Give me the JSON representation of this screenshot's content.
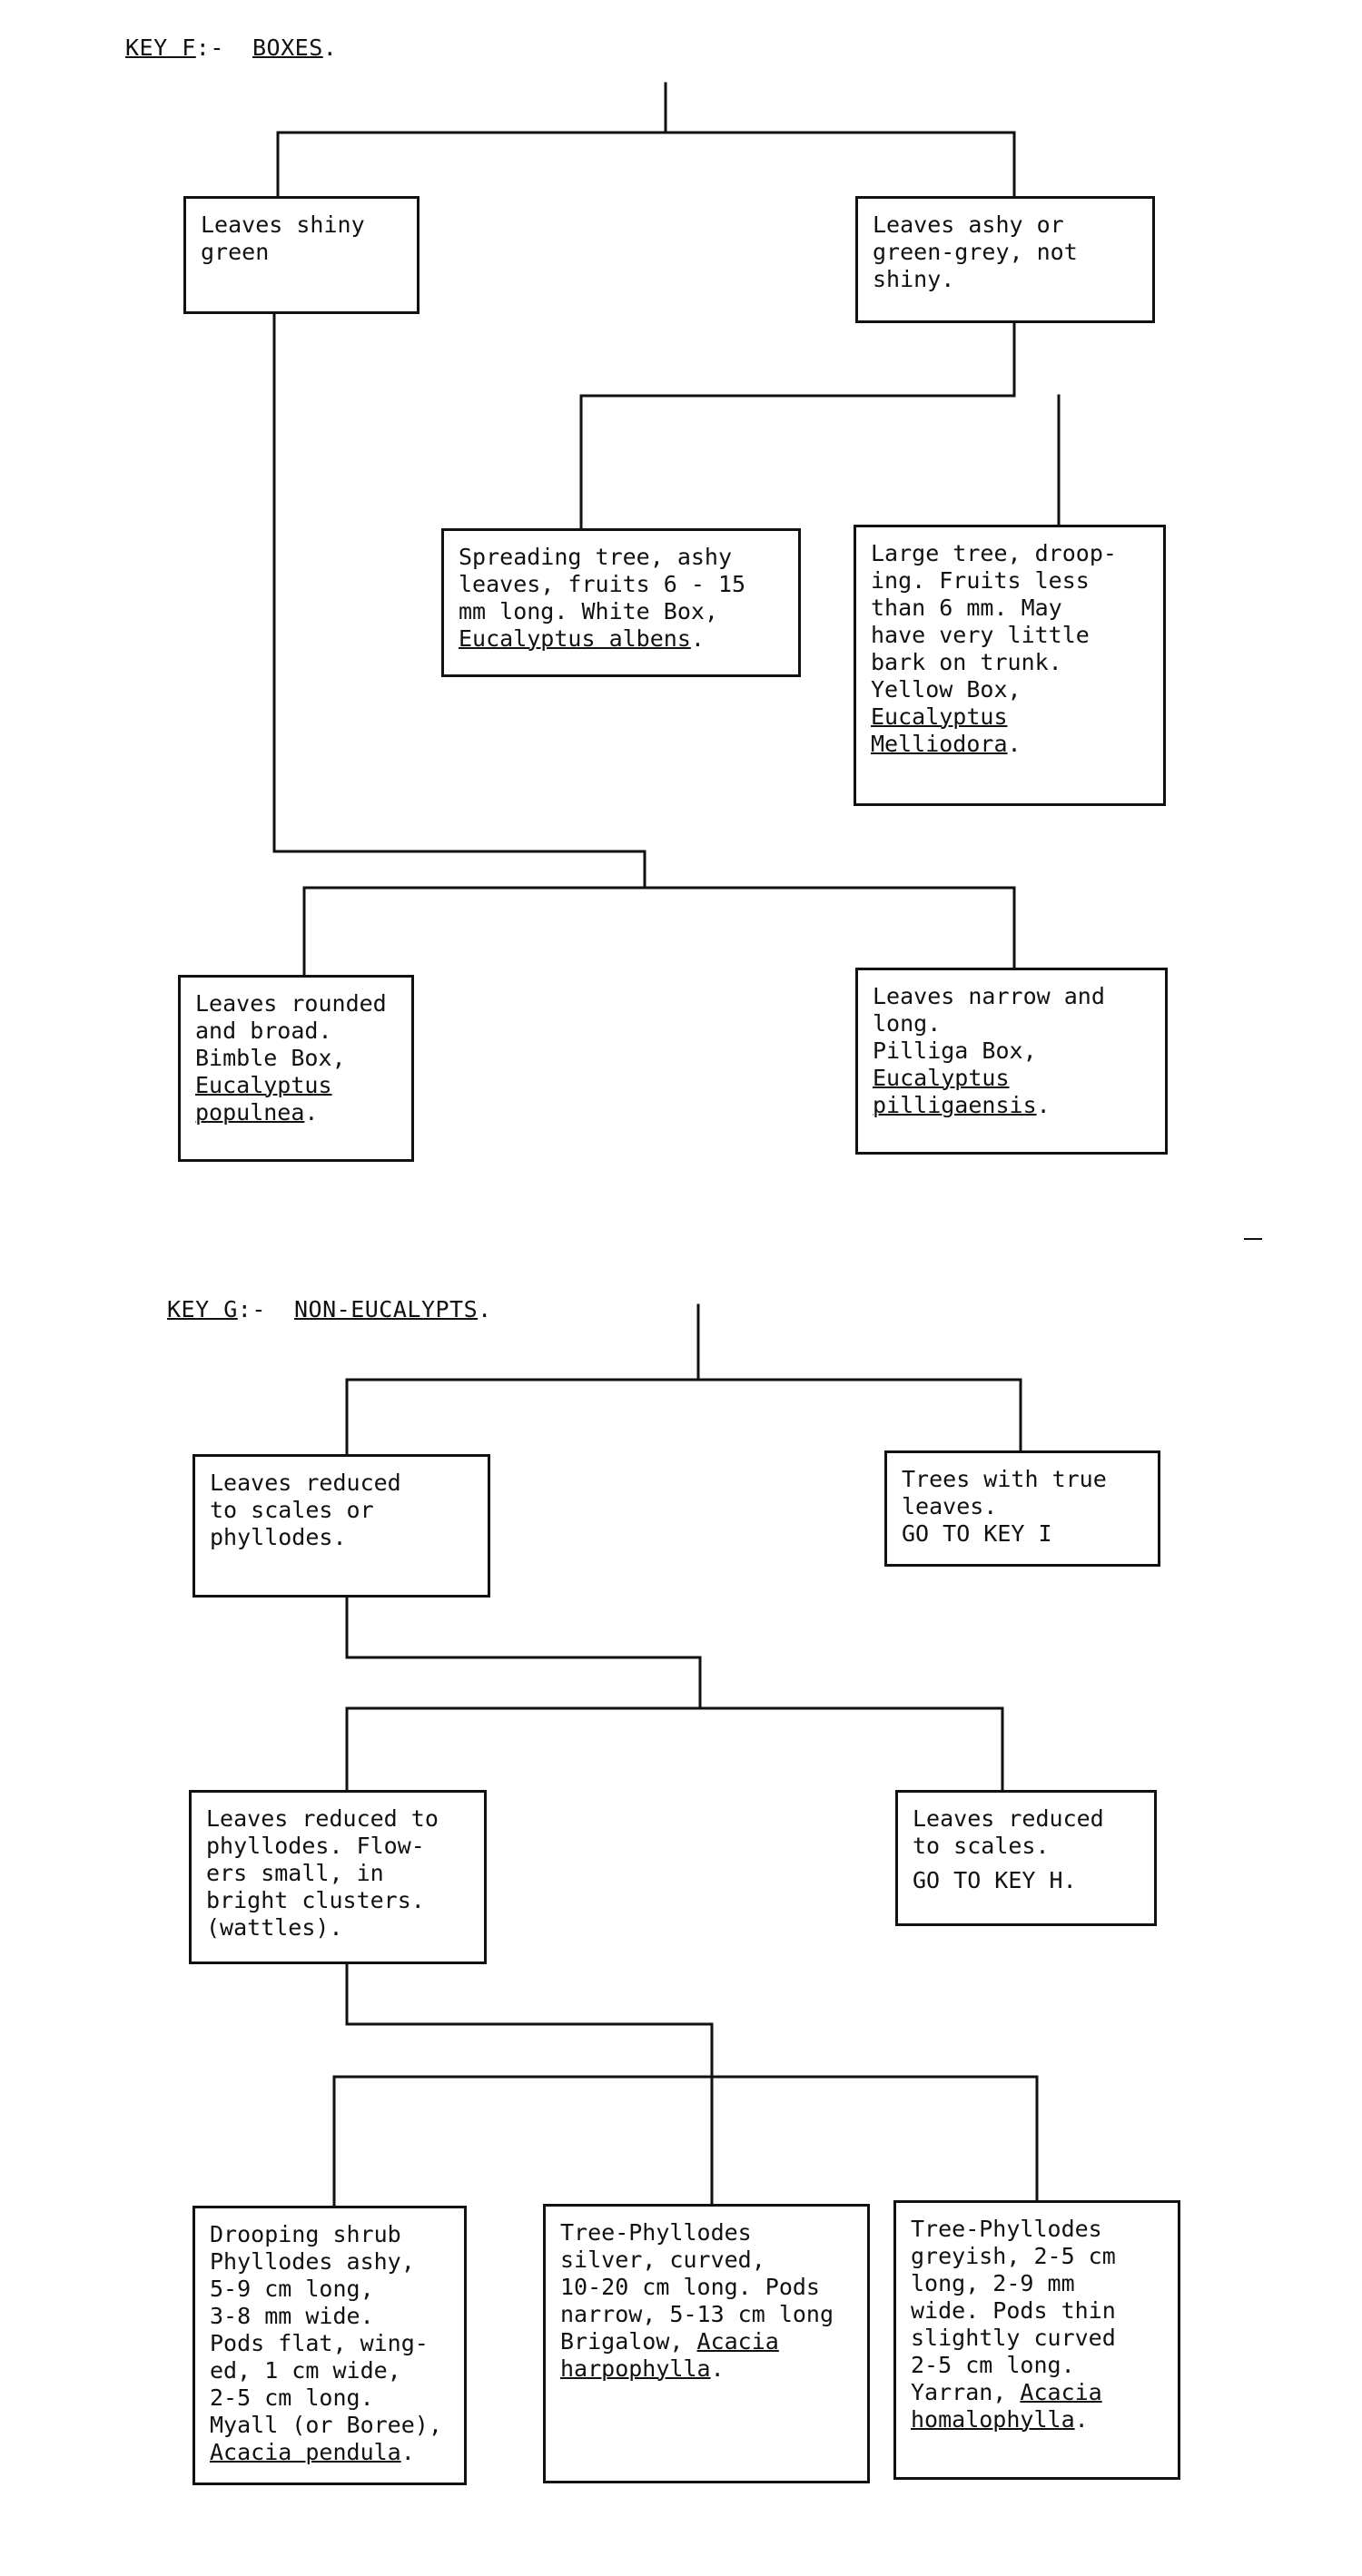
{
  "key_f": {
    "heading": {
      "label": "KEY F",
      "sep": ":-  ",
      "title": "BOXES",
      "end": "."
    },
    "boxes": {
      "shiny": "Leaves shiny\ngreen",
      "ashy": "Leaves ashy or\ngreen-grey, not\nshiny.",
      "white_box": {
        "text": "Spreading tree, ashy\nleaves, fruits 6 - 15\nmm long.   White Box,\n",
        "species": "Eucalyptus albens",
        "end": "."
      },
      "yellow_box": {
        "text": "Large tree, droop-\ning.   Fruits less\nthan 6 mm.   May\nhave very little\nbark on trunk.\nYellow Box,\n",
        "species": "Eucalyptus\nMelliodora",
        "end": "."
      },
      "bimble_box": {
        "text": "Leaves rounded\nand broad.\nBimble Box,\n",
        "species": "Eucalyptus\npopulnea",
        "end": "."
      },
      "pilliga_box": {
        "text": "Leaves narrow and\nlong.\nPilliga Box,\n",
        "species": "Eucalyptus\npilligaensis",
        "end": "."
      }
    }
  },
  "key_g": {
    "heading": {
      "label": "KEY G",
      "sep": ":-  ",
      "title": "NON-EUCALYPTS",
      "end": "."
    },
    "boxes": {
      "scales_phyllodes": "Leaves reduced\nto scales or\nphyllodes.",
      "true_leaves": "Trees with true\nleaves.\nGO TO KEY I",
      "phyllodes": "Leaves reduced to\nphyllodes.   Flow-\ners small, in\nbright clusters.\n(wattles).",
      "scales": {
        "line1": "Leaves reduced\nto scales.",
        "line2": "GO TO KEY H."
      },
      "myall": {
        "text": "Drooping shrub\nPhyllodes ashy,\n5-9 cm long,\n3-8 mm wide.\nPods flat, wing-\ned, 1 cm wide,\n2-5 cm long.\nMyall (or Boree),\n",
        "species": "Acacia pendula",
        "end": "."
      },
      "brigalow": {
        "text": "Tree-Phyllodes\nsilver, curved,\n10-20 cm long. Pods\nnarrow, 5-13 cm long\nBrigalow, ",
        "species": "Acacia\nharpophylla",
        "end": "."
      },
      "yarran": {
        "text": "Tree-Phyllodes\ngreyish, 2-5 cm\nlong, 2-9 mm\nwide.   Pods thin\nslightly curved\n2-5 cm long.\nYarran, ",
        "species": "Acacia\nhomalophylla",
        "end": "."
      }
    }
  }
}
